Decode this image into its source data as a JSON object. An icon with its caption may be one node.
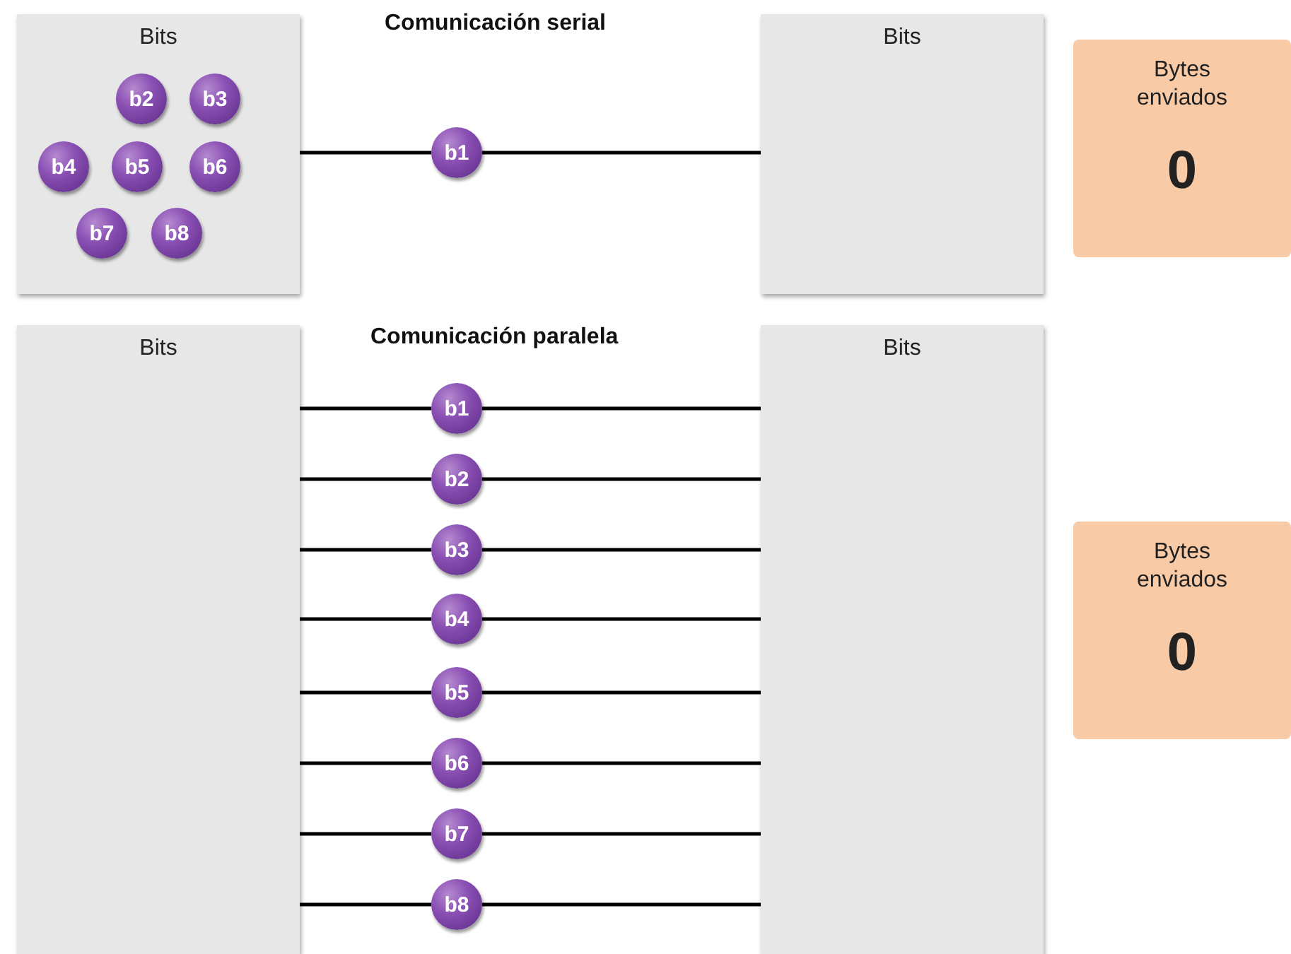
{
  "diagram": {
    "nodes": [
      {
        "text": [
          "Bits"
        ]
      },
      {
        "text": [
          "b2"
        ],
        "in": 0
      },
      {
        "text": [
          "b3"
        ],
        "in": 0
      },
      {
        "text": [
          "b4"
        ],
        "in": 0
      },
      {
        "text": [
          "b5"
        ],
        "in": 0
      },
      {
        "text": [
          "b6"
        ],
        "in": 0
      },
      {
        "text": [
          "b7"
        ],
        "in": 0
      },
      {
        "text": [
          "b8"
        ],
        "in": 0
      },
      {
        "text": [
          "b1"
        ]
      },
      {
        "text": [
          "Bits"
        ]
      },
      {
        "text": [
          "Bytes enviados",
          "0"
        ]
      },
      {
        "text": [
          "Bits"
        ]
      },
      {
        "text": [
          "Bits"
        ]
      },
      {
        "text": [
          "b1"
        ]
      },
      {
        "text": [
          "b2"
        ]
      },
      {
        "text": [
          "b3"
        ]
      },
      {
        "text": [
          "b4"
        ]
      },
      {
        "text": [
          "b5"
        ]
      },
      {
        "text": [
          "b6"
        ]
      },
      {
        "text": [
          "b7"
        ]
      },
      {
        "text": [
          "b8"
        ]
      },
      {
        "text": [
          "Bytes enviados",
          "0"
        ]
      }
    ],
    "edges": [
      {
        "from": 0,
        "to": 8,
        "arrow": "none"
      },
      {
        "from": 8,
        "to": 9,
        "arrow": "none"
      },
      {
        "from": 11,
        "to": 13,
        "arrow": "none"
      },
      {
        "from": 13,
        "to": 12,
        "arrow": "none"
      },
      {
        "from": 11,
        "to": 14,
        "arrow": "none"
      },
      {
        "from": 14,
        "to": 12,
        "arrow": "none"
      },
      {
        "from": 11,
        "to": 15,
        "arrow": "none"
      },
      {
        "from": 15,
        "to": 12,
        "arrow": "none"
      },
      {
        "from": 11,
        "to": 16,
        "arrow": "none"
      },
      {
        "from": 16,
        "to": 12,
        "arrow": "none"
      },
      {
        "from": 11,
        "to": 17,
        "arrow": "none"
      },
      {
        "from": 17,
        "to": 12,
        "arrow": "none"
      },
      {
        "from": 11,
        "to": 18,
        "arrow": "none"
      },
      {
        "from": 18,
        "to": 12,
        "arrow": "none"
      },
      {
        "from": 11,
        "to": 19,
        "arrow": "none"
      },
      {
        "from": 19,
        "to": 12,
        "arrow": "none"
      },
      {
        "from": 11,
        "to": 20,
        "arrow": "none"
      },
      {
        "from": 20,
        "to": 12,
        "arrow": "none"
      }
    ],
    "labels": [
      "Comunicación serial",
      "Comunicación paralela"
    ]
  }
}
